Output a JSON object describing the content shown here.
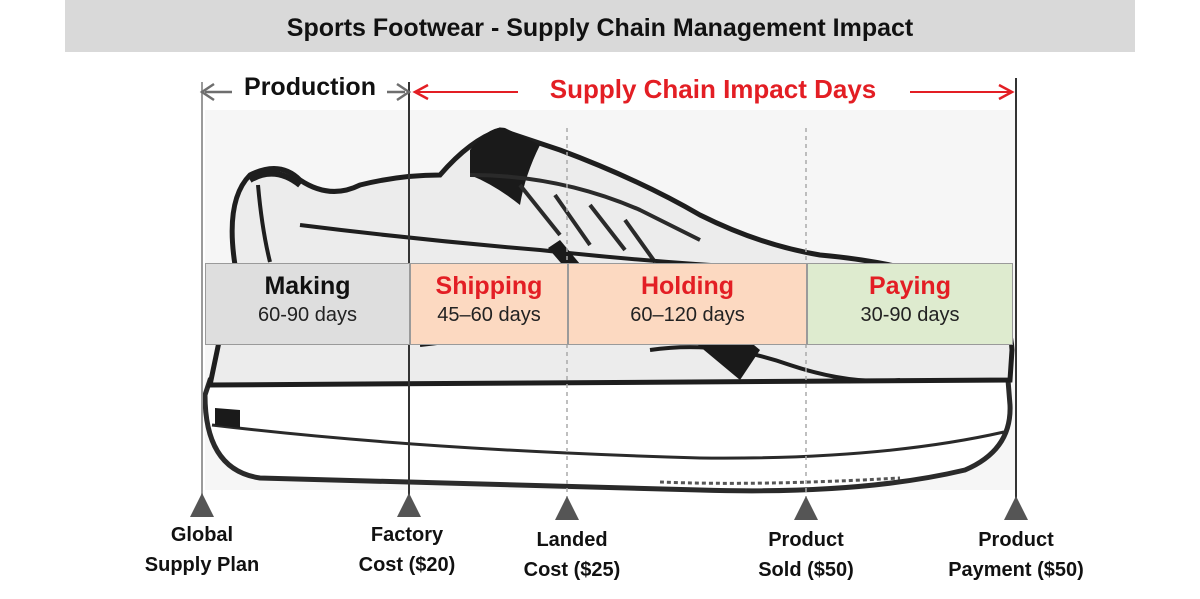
{
  "title": "Sports Footwear - Supply Chain Management Impact",
  "header": {
    "production_label": "Production",
    "impact_label": "Supply Chain Impact Days"
  },
  "phases": [
    {
      "name": "Making",
      "duration": "60-90 days",
      "fill": "#dedede",
      "name_color": "#111111"
    },
    {
      "name": "Shipping",
      "duration": "45–60 days",
      "fill": "#fcd9c1",
      "name_color": "#e31e24"
    },
    {
      "name": "Holding",
      "duration": "60–120 days",
      "fill": "#fcd9c1",
      "name_color": "#e31e24"
    },
    {
      "name": "Paying",
      "duration": "30-90 days",
      "fill": "#deebcf",
      "name_color": "#e31e24"
    }
  ],
  "milestones": [
    {
      "line1": "Global",
      "line2": "Supply Plan"
    },
    {
      "line1": "Factory",
      "line2": "Cost ($20)"
    },
    {
      "line1": "Landed",
      "line2": "Cost ($25)"
    },
    {
      "line1": "Product",
      "line2": "Sold ($50)"
    },
    {
      "line1": "Product",
      "line2": "Payment ($50)"
    }
  ],
  "colors": {
    "accent_red": "#e31e24",
    "arrow_gray": "#6e6e6e",
    "title_band": "#d9d9d9"
  }
}
